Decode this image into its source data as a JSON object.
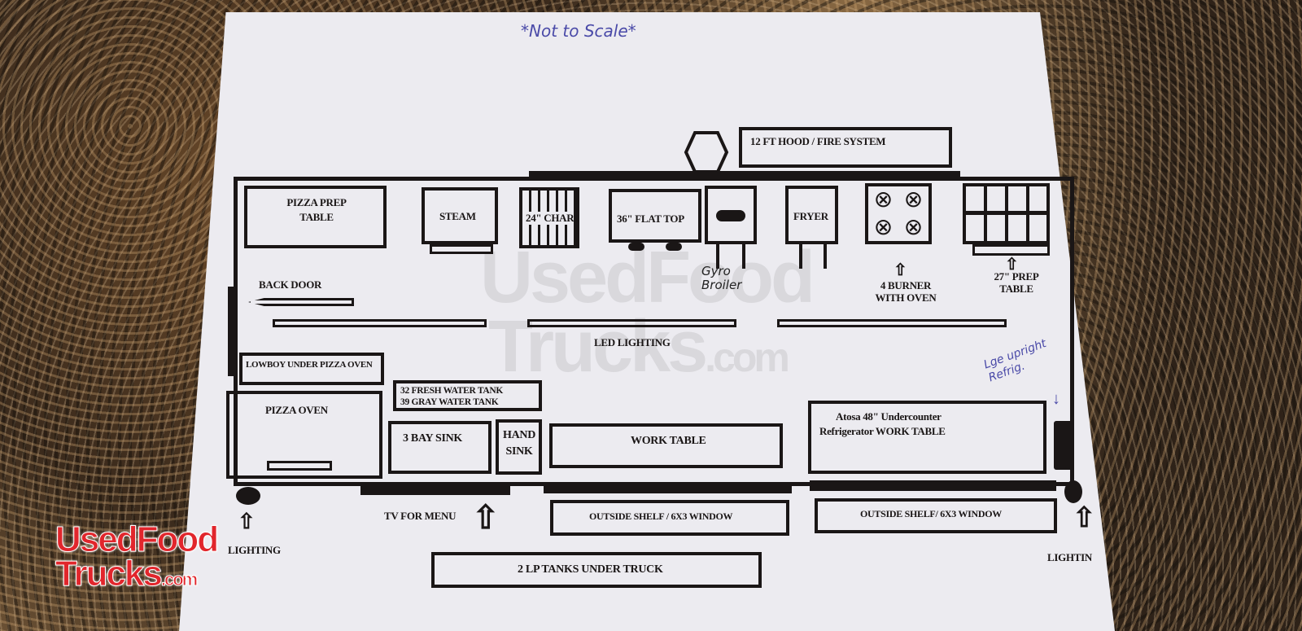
{
  "note": "*Not to Scale*",
  "hood": "12 FT HOOD / FIRE SYSTEM",
  "equipment": {
    "pizza_prep": "PIZZA PREP TABLE",
    "steam": "STEAM",
    "char": "24\" CHAR",
    "flat_top": "36\" FLAT TOP",
    "fryer": "FRYER",
    "gyro": "Gyro Broiler",
    "burner": "4 BURNER WITH OVEN",
    "prep": "27\" PREP TABLE"
  },
  "back_door": "BACK DOOR",
  "led": "LED LIGHTING",
  "lowboy": "LOWBOY UNDER PIZZA OVEN",
  "pizza_oven": "PIZZA OVEN",
  "water1": "32 FRESH WATER TANK",
  "water2": "39 GRAY WATER TANK",
  "bay_sink": "3 BAY SINK",
  "hand_sink": "HAND SINK",
  "work_table": "WORK TABLE",
  "atosa1": "Atosa 48\" Undercounter",
  "atosa2": "Refrigerator WORK TABLE",
  "refrig_note": "Lge upright Refrig.",
  "shelf1": "OUTSIDE SHELF / 6X3 WINDOW",
  "shelf2": "OUTSIDE SHELF/ 6X3 WINDOW",
  "tv": "TV FOR MENU",
  "lighting_left": "LIGHTING",
  "lighting_right": "LIGHTIN",
  "lp": "2 LP TANKS UNDER TRUCK",
  "watermark": "UsedFood Trucks.com",
  "logo": {
    "line1": "UsedFood",
    "line2": "Trucks",
    "suffix": ".com"
  }
}
